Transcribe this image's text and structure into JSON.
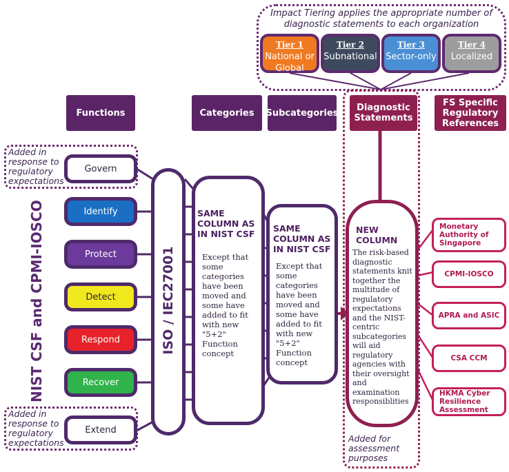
{
  "impact_note": "Impact Tiering applies the appropriate number of diagnostic statements to each organization",
  "tiers": [
    {
      "name": "Tier 1",
      "desc": "National or Global",
      "color": "#f07a22"
    },
    {
      "name": "Tier 2",
      "desc": "Subnational",
      "color": "#3d4a5e"
    },
    {
      "name": "Tier 3",
      "desc": "Sector-only",
      "color": "#4a8fd4"
    },
    {
      "name": "Tier 4",
      "desc": "Localized",
      "color": "#9d9d9d"
    }
  ],
  "headers": {
    "functions": "Functions",
    "categories": "Categories",
    "subcategories": "Subcategories",
    "diagnostic": "Diagnostic Statements",
    "fs_specific": "FS Specific Regulatory References"
  },
  "notes": {
    "govern_added": "Added in response to regulatory expectations",
    "extend_added": "Added in response to regulatory expectations",
    "assessment_added": "Added for assessment purposes"
  },
  "side_label": "NIST CSF and CPMI-IOSCO",
  "iso_label": "ISO / IEC27001",
  "functions": [
    {
      "label": "Govern",
      "color": "#ffffff"
    },
    {
      "label": "Identify",
      "color": "#1a6fc4"
    },
    {
      "label": "Protect",
      "color": "#6b3a9a"
    },
    {
      "label": "Detect",
      "color": "#f2e81e"
    },
    {
      "label": "Respond",
      "color": "#e8222a"
    },
    {
      "label": "Recover",
      "color": "#2fb34a"
    },
    {
      "label": "Extend",
      "color": "#ffffff"
    }
  ],
  "categories_box": {
    "heading": "SAME COLUMN AS IN NIST CSF",
    "body": "Except that some categories have been moved and some have added to fit with new \"5+2\" Function concept"
  },
  "subcategories_box": {
    "heading": "SAME COLUMN AS IN NIST CSF",
    "body": "Except that some categories have been moved and some have added to fit with new \"5+2\" Function concept"
  },
  "new_column": {
    "heading": "NEW COLUMN",
    "body": "The risk-based diagnostic statements knit together the multitude of regulatory expectations and the NIST-centric subcategories will aid regulatory agencies with their oversight and examination responsiblities"
  },
  "regulators": [
    "Monetary Authority of Singapore",
    "CPMI-IOSCO",
    "APRA and ASIC",
    "CSA CCM",
    "HKMA Cyber Resilience Assessment"
  ]
}
